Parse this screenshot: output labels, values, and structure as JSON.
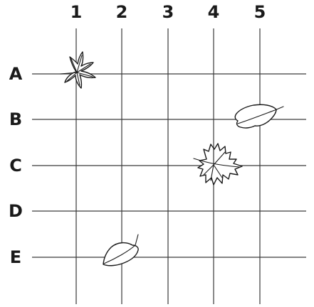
{
  "grid": {
    "columns": [
      "1",
      "2",
      "3",
      "4",
      "5"
    ],
    "rows": [
      "A",
      "B",
      "C",
      "D",
      "E"
    ]
  },
  "leaves": [
    {
      "name": "star-shaped-leaf-icon",
      "row": "A",
      "column": "1"
    },
    {
      "name": "oval-leaf-icon",
      "row": "B",
      "column": "5"
    },
    {
      "name": "maple-leaf-icon",
      "row": "C",
      "column": "4"
    },
    {
      "name": "rounded-leaf-icon",
      "row": "E",
      "column": "2"
    }
  ],
  "colors": {
    "line": "#3a3a3a",
    "ink": "#1a1a1a",
    "background": "#ffffff"
  }
}
